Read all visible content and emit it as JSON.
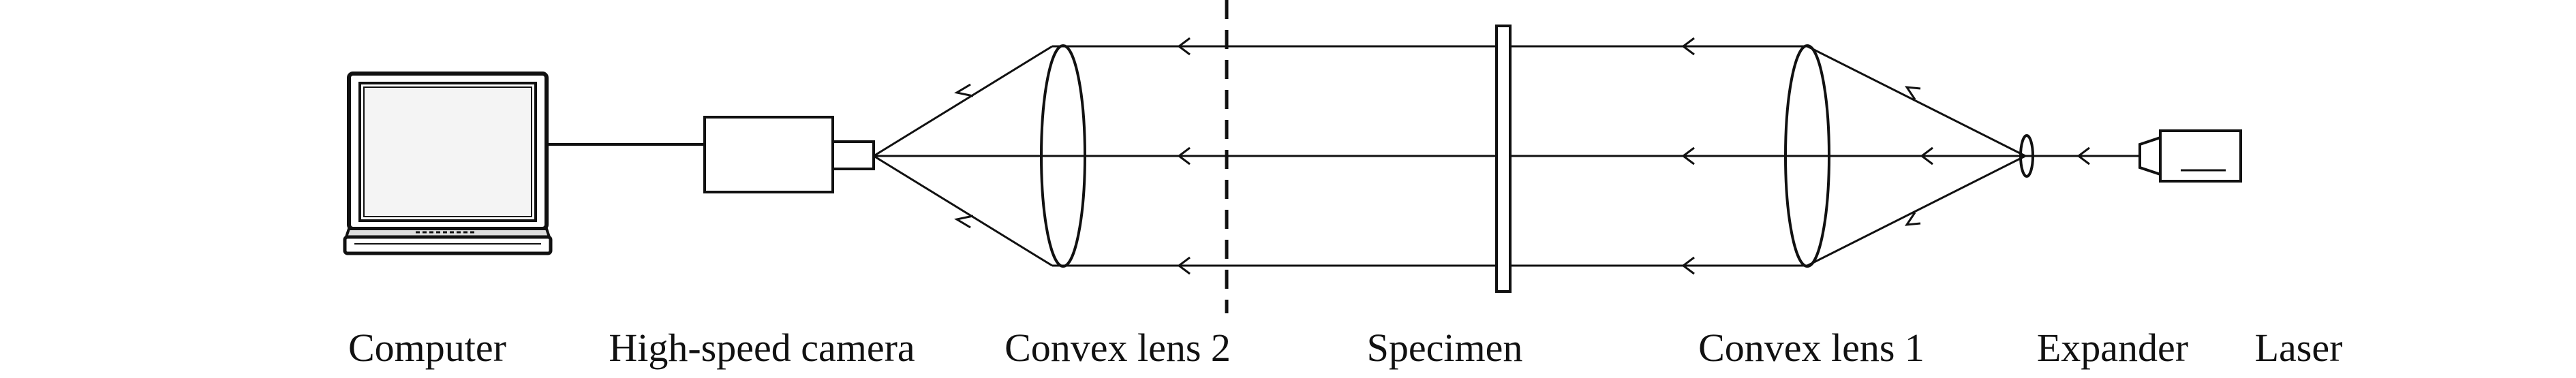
{
  "labels": {
    "computer": "Computer",
    "camera": "High-speed camera",
    "lens2": "Convex lens 2",
    "specimen": "Specimen",
    "lens1": "Convex lens 1",
    "expander": "Expander",
    "laser": "Laser"
  },
  "colors": {
    "line": "#111111",
    "background": "#ffffff"
  },
  "icons": {
    "computer": "laptop-computer-icon",
    "camera": "high-speed-camera-icon",
    "laser": "laser-source-icon"
  }
}
